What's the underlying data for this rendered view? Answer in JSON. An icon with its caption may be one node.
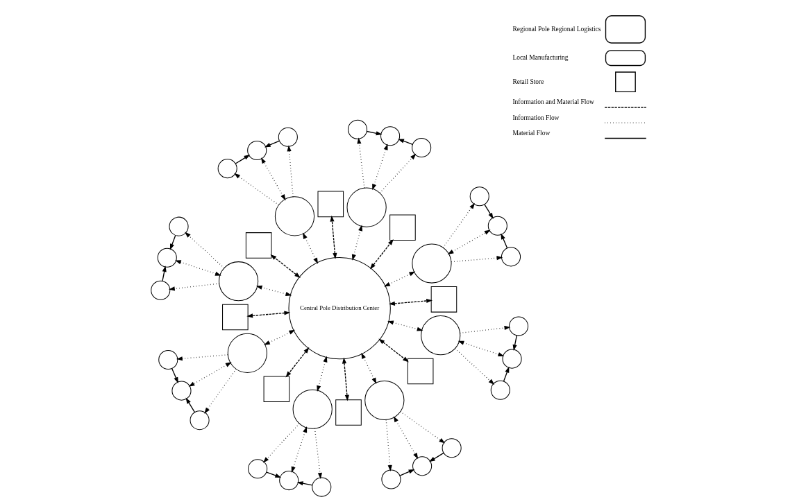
{
  "diagram": {
    "nodes": [
      {
        "text": [
          "Central Pole Distribution Center"
        ]
      },
      {
        "text": [],
        "shape": "box"
      },
      {
        "text": [],
        "shape": "circle"
      },
      {
        "text": [],
        "shape": "circle"
      },
      {
        "text": [],
        "shape": "circle"
      },
      {
        "text": [],
        "shape": "circle"
      },
      {
        "text": [],
        "shape": "box"
      },
      {
        "text": [],
        "shape": "circle"
      },
      {
        "text": [],
        "shape": "circle"
      },
      {
        "text": [],
        "shape": "circle"
      },
      {
        "text": [],
        "shape": "circle"
      },
      {
        "text": [],
        "shape": "box"
      },
      {
        "text": [],
        "shape": "circle"
      },
      {
        "text": [],
        "shape": "circle"
      },
      {
        "text": [],
        "shape": "circle"
      },
      {
        "text": [],
        "shape": "circle"
      },
      {
        "text": [],
        "shape": "box"
      },
      {
        "text": [],
        "shape": "circle"
      },
      {
        "text": [],
        "shape": "circle"
      },
      {
        "text": [],
        "shape": "circle"
      },
      {
        "text": [],
        "shape": "circle"
      },
      {
        "text": [],
        "shape": "box"
      },
      {
        "text": [],
        "shape": "circle"
      },
      {
        "text": [],
        "shape": "circle"
      },
      {
        "text": [],
        "shape": "circle"
      },
      {
        "text": [],
        "shape": "circle"
      },
      {
        "text": [],
        "shape": "box"
      },
      {
        "text": [],
        "shape": "circle"
      },
      {
        "text": [],
        "shape": "circle"
      },
      {
        "text": [],
        "shape": "circle"
      },
      {
        "text": [],
        "shape": "circle"
      },
      {
        "text": [],
        "shape": "box"
      },
      {
        "text": [],
        "shape": "circle"
      },
      {
        "text": [],
        "shape": "circle"
      },
      {
        "text": [],
        "shape": "circle"
      },
      {
        "text": [],
        "shape": "circle"
      },
      {
        "text": [],
        "shape": "box"
      },
      {
        "text": [],
        "shape": "circle"
      },
      {
        "text": [],
        "shape": "circle"
      },
      {
        "text": [],
        "shape": "circle"
      },
      {
        "text": [],
        "shape": "circle"
      }
    ],
    "edges": [
      {
        "from": 0,
        "to": 1,
        "arrow": "both",
        "style": "dashed"
      },
      {
        "from": 0,
        "to": 2,
        "arrow": "both",
        "style": "dashed"
      },
      {
        "from": 2,
        "to": 3,
        "arrow": "to",
        "style": "dashed"
      },
      {
        "from": 2,
        "to": 4,
        "arrow": "both",
        "style": "dashed"
      },
      {
        "from": 2,
        "to": 5,
        "arrow": "to",
        "style": "dashed"
      },
      {
        "from": 3,
        "to": 4,
        "arrow": "to"
      },
      {
        "from": 5,
        "to": 4,
        "arrow": "to"
      },
      {
        "from": 0,
        "to": 6,
        "arrow": "both",
        "style": "dashed"
      },
      {
        "from": 0,
        "to": 7,
        "arrow": "both",
        "style": "dashed"
      },
      {
        "from": 7,
        "to": 8,
        "arrow": "to",
        "style": "dashed"
      },
      {
        "from": 7,
        "to": 9,
        "arrow": "both",
        "style": "dashed"
      },
      {
        "from": 7,
        "to": 10,
        "arrow": "to",
        "style": "dashed"
      },
      {
        "from": 8,
        "to": 9,
        "arrow": "to"
      },
      {
        "from": 10,
        "to": 9,
        "arrow": "to"
      },
      {
        "from": 0,
        "to": 11,
        "arrow": "both",
        "style": "dashed"
      },
      {
        "from": 0,
        "to": 12,
        "arrow": "both",
        "style": "dashed"
      },
      {
        "from": 12,
        "to": 13,
        "arrow": "to",
        "style": "dashed"
      },
      {
        "from": 12,
        "to": 14,
        "arrow": "both",
        "style": "dashed"
      },
      {
        "from": 12,
        "to": 15,
        "arrow": "to",
        "style": "dashed"
      },
      {
        "from": 13,
        "to": 14,
        "arrow": "to"
      },
      {
        "from": 15,
        "to": 14,
        "arrow": "to"
      },
      {
        "from": 0,
        "to": 16,
        "arrow": "both",
        "style": "dashed"
      },
      {
        "from": 0,
        "to": 17,
        "arrow": "both",
        "style": "dashed"
      },
      {
        "from": 17,
        "to": 18,
        "arrow": "to",
        "style": "dashed"
      },
      {
        "from": 17,
        "to": 19,
        "arrow": "both",
        "style": "dashed"
      },
      {
        "from": 17,
        "to": 20,
        "arrow": "to",
        "style": "dashed"
      },
      {
        "from": 18,
        "to": 19,
        "arrow": "to"
      },
      {
        "from": 20,
        "to": 19,
        "arrow": "to"
      },
      {
        "from": 0,
        "to": 21,
        "arrow": "both",
        "style": "dashed"
      },
      {
        "from": 0,
        "to": 22,
        "arrow": "both",
        "style": "dashed"
      },
      {
        "from": 22,
        "to": 23,
        "arrow": "to",
        "style": "dashed"
      },
      {
        "from": 22,
        "to": 24,
        "arrow": "both",
        "style": "dashed"
      },
      {
        "from": 22,
        "to": 25,
        "arrow": "to",
        "style": "dashed"
      },
      {
        "from": 23,
        "to": 24,
        "arrow": "to"
      },
      {
        "from": 25,
        "to": 24,
        "arrow": "to"
      },
      {
        "from": 0,
        "to": 26,
        "arrow": "both",
        "style": "dashed"
      },
      {
        "from": 0,
        "to": 27,
        "arrow": "both",
        "style": "dashed"
      },
      {
        "from": 27,
        "to": 28,
        "arrow": "to",
        "style": "dashed"
      },
      {
        "from": 27,
        "to": 29,
        "arrow": "both",
        "style": "dashed"
      },
      {
        "from": 27,
        "to": 30,
        "arrow": "to",
        "style": "dashed"
      },
      {
        "from": 28,
        "to": 29,
        "arrow": "to"
      },
      {
        "from": 30,
        "to": 29,
        "arrow": "to"
      },
      {
        "from": 0,
        "to": 31,
        "arrow": "both",
        "style": "dashed"
      },
      {
        "from": 0,
        "to": 32,
        "arrow": "both",
        "style": "dashed"
      },
      {
        "from": 32,
        "to": 33,
        "arrow": "to",
        "style": "dashed"
      },
      {
        "from": 32,
        "to": 34,
        "arrow": "both",
        "style": "dashed"
      },
      {
        "from": 32,
        "to": 35,
        "arrow": "to",
        "style": "dashed"
      },
      {
        "from": 33,
        "to": 34,
        "arrow": "to"
      },
      {
        "from": 35,
        "to": 34,
        "arrow": "to"
      },
      {
        "from": 0,
        "to": 36,
        "arrow": "both",
        "style": "dashed"
      },
      {
        "from": 0,
        "to": 37,
        "arrow": "both",
        "style": "dashed"
      },
      {
        "from": 37,
        "to": 38,
        "arrow": "to",
        "style": "dashed"
      },
      {
        "from": 37,
        "to": 39,
        "arrow": "both",
        "style": "dashed"
      },
      {
        "from": 37,
        "to": 40,
        "arrow": "to",
        "style": "dashed"
      },
      {
        "from": 38,
        "to": 39,
        "arrow": "to"
      },
      {
        "from": 40,
        "to": 39,
        "arrow": "to"
      }
    ],
    "legend": [
      {
        "text": "Regional Pole Regional Logistics"
      },
      {
        "text": "Local Manufacturing"
      },
      {
        "text": "Retail Store"
      },
      {
        "text": "Information and Material Flow"
      },
      {
        "text": "Information Flow"
      },
      {
        "text": "Material Flow"
      }
    ]
  }
}
